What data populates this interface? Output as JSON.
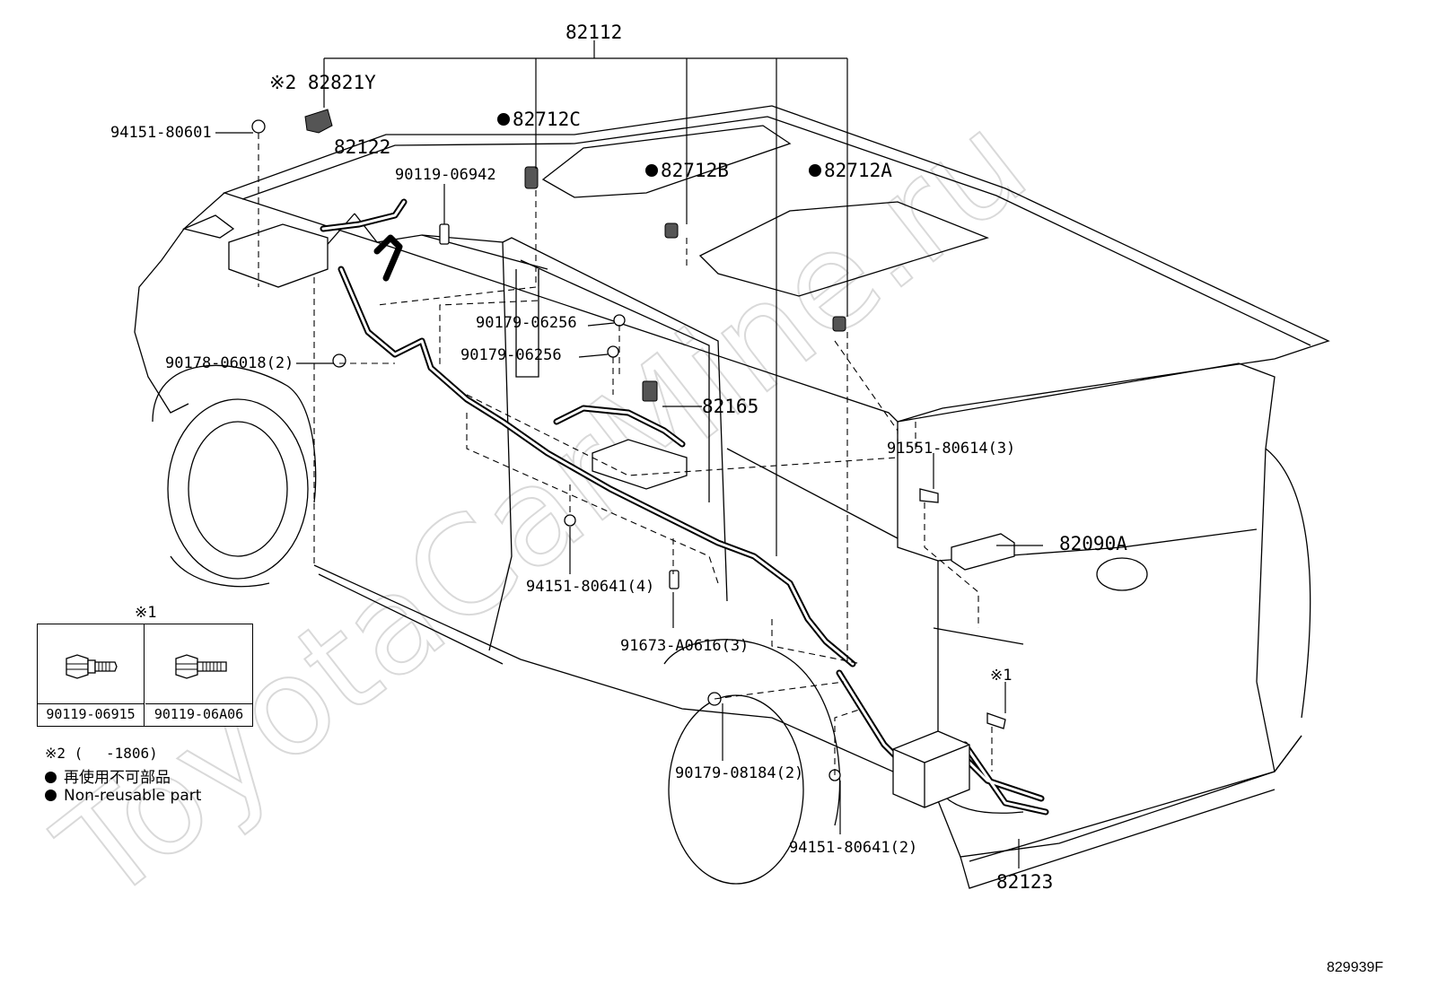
{
  "watermark": "ToyotaCarMine.ru",
  "main_part": "82112",
  "callouts": {
    "p82821y": "※2 82821Y",
    "p94151_80601": "94151-80601",
    "p82122": "82122",
    "p82712c": "82712C",
    "p90119_06942": "90119-06942",
    "p82712b": "82712B",
    "p82712a": "82712A",
    "p90179_06256_a": "90179-06256",
    "p90178_06018": "90178-06018(2)",
    "p90179_06256_b": "90179-06256",
    "p82165": "82165",
    "p91551_80614": "91551-80614(3)",
    "p82090a": "82090A",
    "p94151_80641_4": "94151-80641(4)",
    "p91673_a0616": "91673-A0616(3)",
    "p90179_08184": "90179-08184(2)",
    "p94151_80641_2": "94151-80641(2)",
    "p82123": "82123",
    "mark1_right": "※1"
  },
  "legend": {
    "mark": "※1",
    "items": [
      {
        "part": "90119-06915"
      },
      {
        "part": "90119-06A06"
      }
    ]
  },
  "notes": {
    "note2": "※2 (　 -1806)",
    "nonreusable_jp": "再使用不可部品",
    "nonreusable_en": "Non-reusable part"
  },
  "figure_id": "829939F"
}
